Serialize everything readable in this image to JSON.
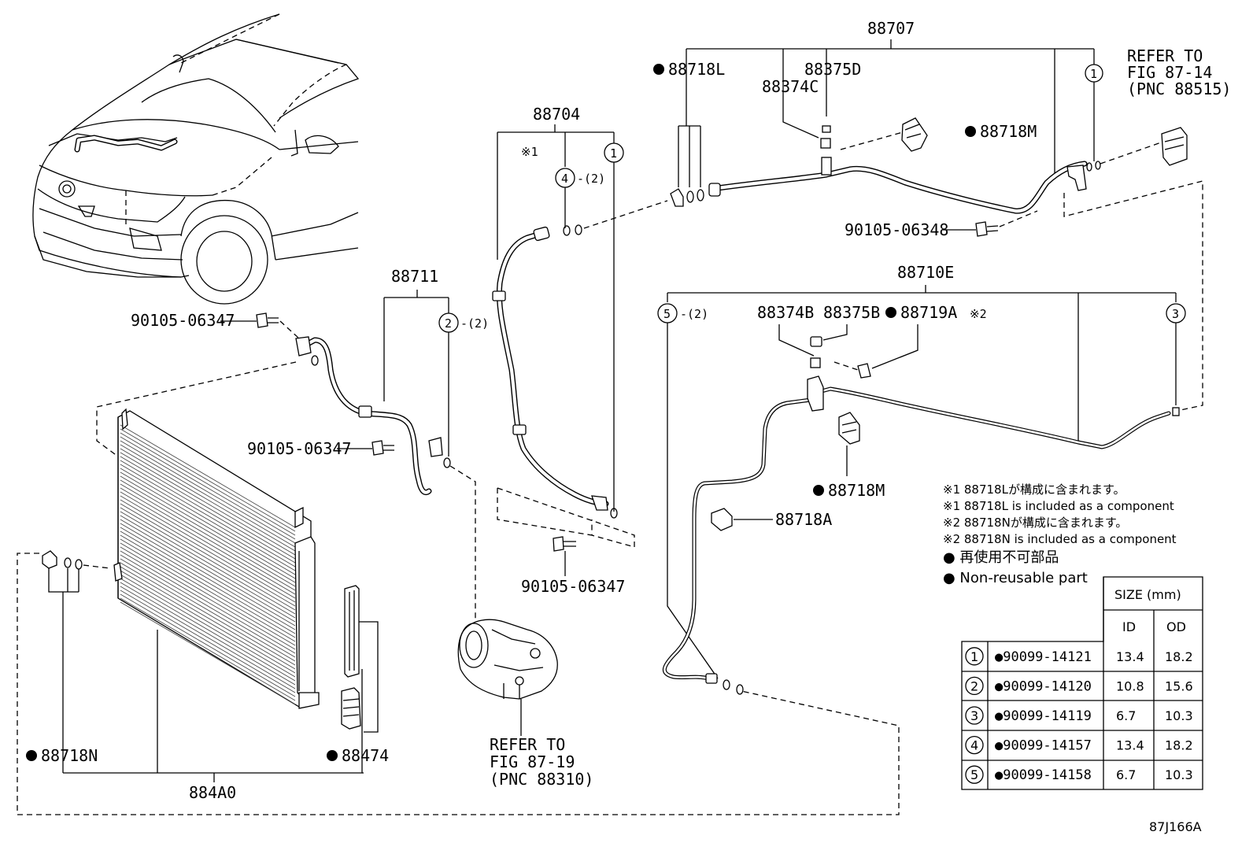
{
  "labels": {
    "p88707": "88707",
    "p88718L": "88718L",
    "p88375D": "88375D",
    "p88374C": "88374C",
    "p88718M_top": "88718M",
    "refer_1": "REFER TO",
    "refer_1b": "FIG 87-14",
    "refer_1c": "(PNC 88515)",
    "p88704": "88704",
    "note1_mark": "※1",
    "p90105_06348": "90105-06348",
    "p88711": "88711",
    "p88710E": "88710E",
    "p90105_06347_a": "90105-06347",
    "p90105_06347_b": "90105-06347",
    "p90105_06347_c": "90105-06347",
    "p88374B": "88374B",
    "p88375B": "88375B",
    "p88719A": "88719A",
    "note2_mark": "※2",
    "p88718M_mid": "88718M",
    "p88718A": "88718A",
    "p88718N": "88718N",
    "p88474": "88474",
    "p884A0": "884A0",
    "refer_2": "REFER TO",
    "refer_2b": "FIG 87-19",
    "refer_2c": "(PNC 88310)",
    "qty_4": "-(2)",
    "qty_2": "-(2)",
    "qty_5": "-(2)",
    "fig_code": "87J166A"
  },
  "circles": {
    "c1a": "1",
    "c1b": "1",
    "c4": "4",
    "c2": "2",
    "c5": "5",
    "c3": "3"
  },
  "notes": {
    "n1_jp": "※1 88718Lが構成に含まれます。",
    "n1_en": "※1 88718L is included as a component",
    "n2_jp": "※2 88718Nが構成に含まれます。",
    "n2_en": "※2 88718N is included as a component",
    "n3_jp": "● 再使用不可部品",
    "n3_en": "● Non-reusable part"
  },
  "table": {
    "size_header": "SIZE (mm)",
    "id_header": "ID",
    "od_header": "OD",
    "rows": [
      {
        "no": "1",
        "part": "●90099-14121",
        "id": "13.4",
        "od": "18.2"
      },
      {
        "no": "2",
        "part": "●90099-14120",
        "id": "10.8",
        "od": "15.6"
      },
      {
        "no": "3",
        "part": "●90099-14119",
        "id": "6.7",
        "od": "10.3"
      },
      {
        "no": "4",
        "part": "●90099-14157",
        "id": "13.4",
        "od": "18.2"
      },
      {
        "no": "5",
        "part": "●90099-14158",
        "id": "6.7",
        "od": "10.3"
      }
    ]
  }
}
